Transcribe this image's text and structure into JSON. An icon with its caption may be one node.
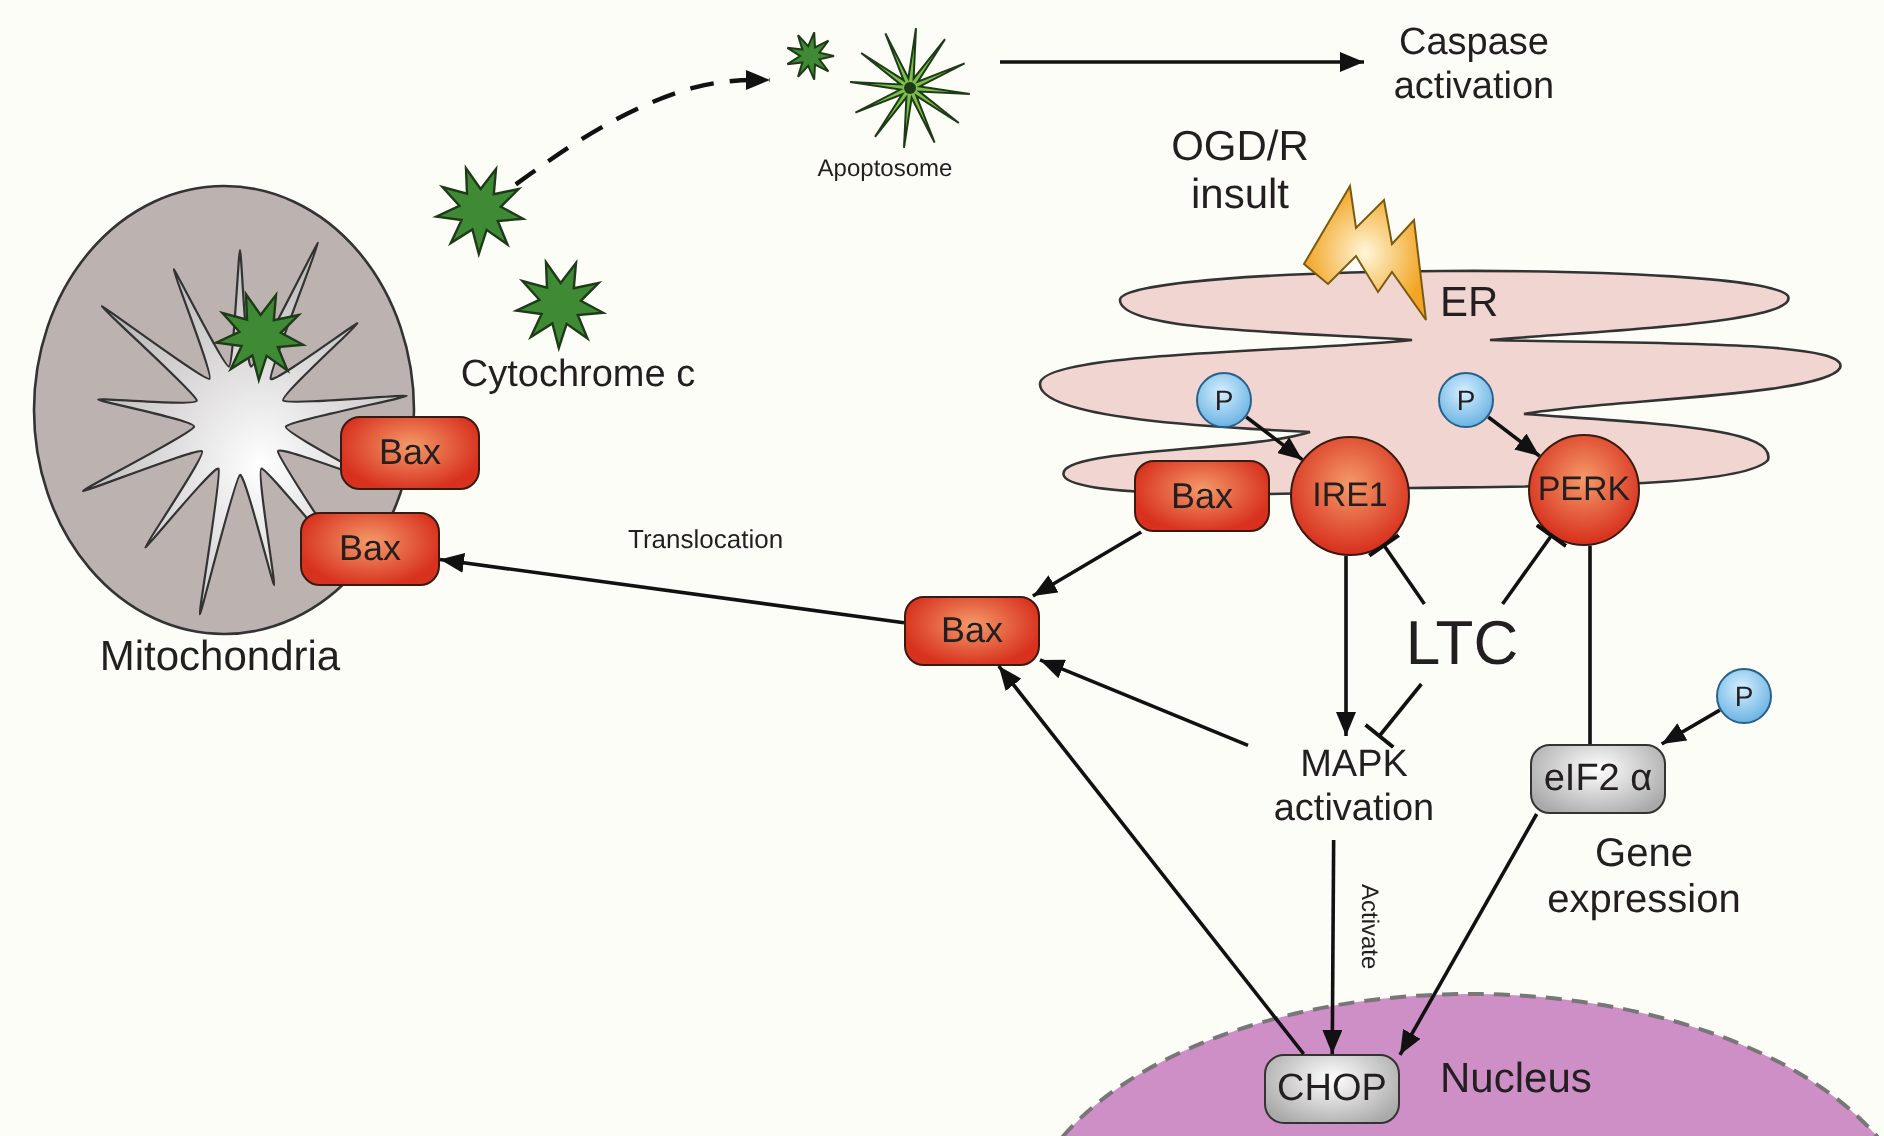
{
  "diagram": {
    "nodes": [
      {
        "text": [
          "Mitochondria"
        ]
      },
      {
        "text": [],
        "shape": "star",
        "in": 0
      },
      {
        "text": [
          "Bax"
        ]
      },
      {
        "text": [
          "Bax"
        ]
      },
      {
        "text": [],
        "shape": "star"
      },
      {
        "text": [],
        "shape": "star"
      },
      {
        "text": [
          "Apoptosome"
        ]
      },
      {
        "text": [
          "Caspase activation"
        ]
      },
      {
        "text": [
          "ER"
        ]
      },
      {
        "text": [
          "P"
        ],
        "in": 8
      },
      {
        "text": [
          "P"
        ],
        "in": 8
      },
      {
        "text": [
          "Bax"
        ]
      },
      {
        "text": [
          "IRE1"
        ]
      },
      {
        "text": [
          "PERK"
        ]
      },
      {
        "text": [
          "Bax"
        ]
      },
      {
        "text": [
          "LTC"
        ]
      },
      {
        "text": [
          "P"
        ]
      },
      {
        "text": [
          "MAPK activation"
        ]
      },
      {
        "text": [
          "eIF2 α"
        ],
        "beside": [
          "Gene expression"
        ]
      },
      {
        "text": [
          "Nucleus"
        ]
      },
      {
        "text": [
          "CHOP"
        ],
        "in": 19
      }
    ],
    "edges": [
      {
        "from": 4,
        "to": 6,
        "arrow": "to",
        "style": "dashed"
      },
      {
        "from": 6,
        "to": 7,
        "arrow": "to"
      },
      {
        "from": 9,
        "to": 12,
        "arrow": "to"
      },
      {
        "from": 10,
        "to": 13,
        "arrow": "to"
      },
      {
        "from": 14,
        "to": 3,
        "arrow": "to",
        "label": "Translocation"
      },
      {
        "from": 11,
        "to": 14,
        "arrow": "to"
      },
      {
        "from": 17,
        "to": 14,
        "arrow": "to"
      },
      {
        "from": 20,
        "to": 14,
        "arrow": "to"
      },
      {
        "from": 12,
        "to": 17,
        "arrow": "to"
      },
      {
        "from": 15,
        "to": 12,
        "arrow": "other"
      },
      {
        "from": 15,
        "to": 13,
        "arrow": "other"
      },
      {
        "from": 15,
        "to": 17,
        "arrow": "other"
      },
      {
        "from": 13,
        "to": 18,
        "arrow": "none"
      },
      {
        "from": 16,
        "to": 18,
        "arrow": "to"
      },
      {
        "from": 17,
        "to": 20,
        "arrow": "to",
        "label": "Activate"
      },
      {
        "from": 18,
        "to": 20,
        "arrow": "to"
      }
    ],
    "labels": [
      "Cytochrome c",
      "OGD/R insult"
    ]
  }
}
